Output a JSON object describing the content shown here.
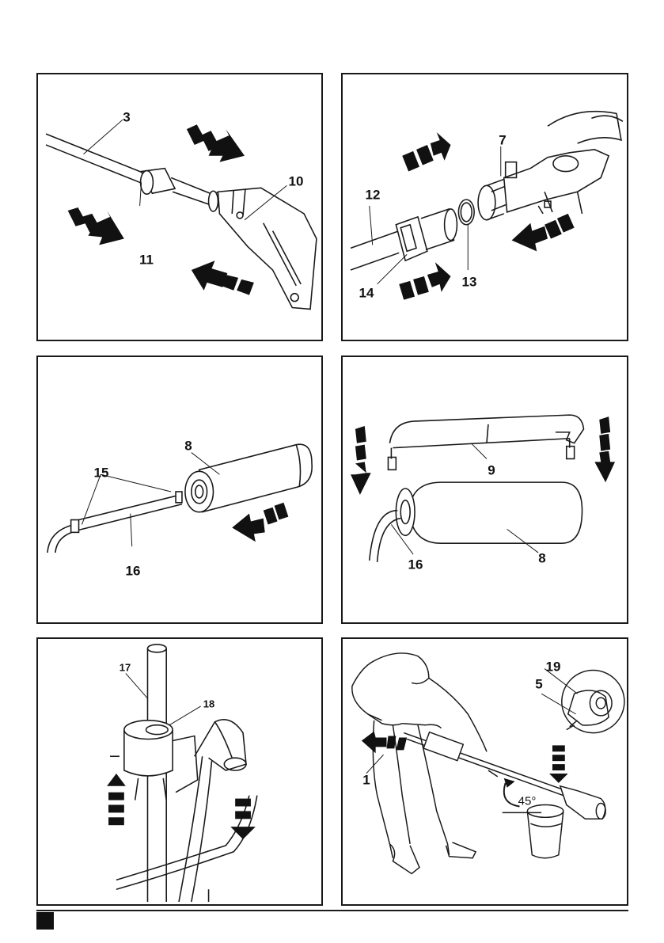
{
  "figures": [
    {
      "labels": [
        "3",
        "10",
        "11"
      ]
    },
    {
      "labels": [
        "7",
        "12",
        "13",
        "14"
      ]
    },
    {
      "labels": [
        "8",
        "15",
        "16"
      ]
    },
    {
      "labels": [
        "9",
        "16",
        "8"
      ]
    },
    {
      "labels": [
        "17",
        "18"
      ]
    },
    {
      "labels": [
        "19",
        "5",
        "1",
        "45°"
      ]
    }
  ],
  "colors": {
    "line": "#1a1a1a",
    "arrow": "#111111",
    "fill": "#ffffff"
  }
}
